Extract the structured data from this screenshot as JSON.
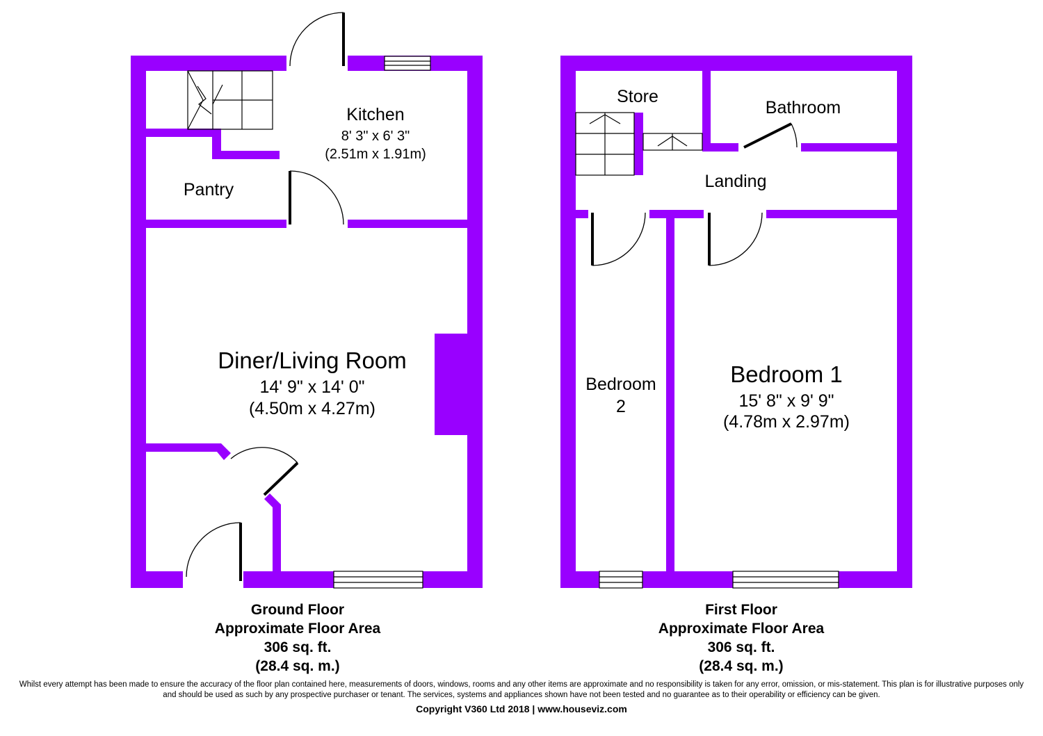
{
  "colors": {
    "wall": "#9900ff",
    "background": "#ffffff",
    "line": "#000000"
  },
  "ground_floor": {
    "kitchen": {
      "name": "Kitchen",
      "dims_imperial": "8' 3\" x 6' 3\"",
      "dims_metric": "(2.51m x 1.91m)"
    },
    "pantry": {
      "name": "Pantry"
    },
    "diner": {
      "name": "Diner/Living Room",
      "dims_imperial": "14' 9\" x 14' 0\"",
      "dims_metric": "(4.50m x 4.27m)"
    },
    "caption": {
      "floor": "Ground Floor",
      "area_label": "Approximate Floor Area",
      "area_sqft": "306 sq. ft.",
      "area_sqm": "(28.4 sq. m.)"
    }
  },
  "first_floor": {
    "store": {
      "name": "Store"
    },
    "bathroom": {
      "name": "Bathroom"
    },
    "landing": {
      "name": "Landing"
    },
    "bedroom2": {
      "name_line1": "Bedroom",
      "name_line2": "2"
    },
    "bedroom1": {
      "name": "Bedroom 1",
      "dims_imperial": "15' 8\" x 9' 9\"",
      "dims_metric": "(4.78m x 2.97m)"
    },
    "caption": {
      "floor": "First Floor",
      "area_label": "Approximate Floor Area",
      "area_sqft": "306 sq. ft.",
      "area_sqm": "(28.4 sq. m.)"
    }
  },
  "disclaimer": "Whilst every attempt has been made to ensure the accuracy of the floor plan contained here, measurements of doors, windows, rooms and any other items are approximate and no responsibility is taken for any error, omission, or mis-statement. This plan is for illustrative purposes only and should be used as such by any prospective purchaser or tenant. The services, systems and appliances shown have not been tested and no guarantee as to their operability or efficiency can be given.",
  "copyright": "Copyright V360 Ltd 2018 | www.houseviz.com"
}
